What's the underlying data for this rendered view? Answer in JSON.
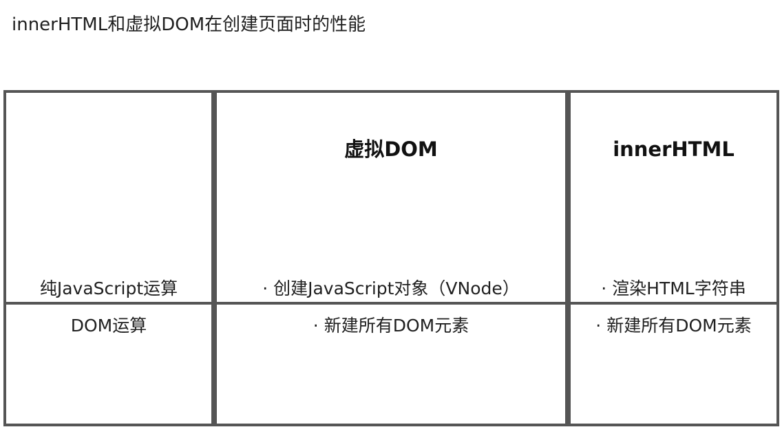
{
  "title": "innerHTML和虚拟DOM在创建页面时的性能",
  "table": {
    "headers": [
      "",
      "虚拟DOM",
      "innerHTML"
    ],
    "rows": [
      [
        "纯JavaScript运算",
        "· 创建JavaScript对象（VNode）",
        "· 渲染HTML字符串"
      ],
      [
        "DOM运算",
        "· 新建所有DOM元素",
        "· 新建所有DOM元素"
      ]
    ]
  }
}
